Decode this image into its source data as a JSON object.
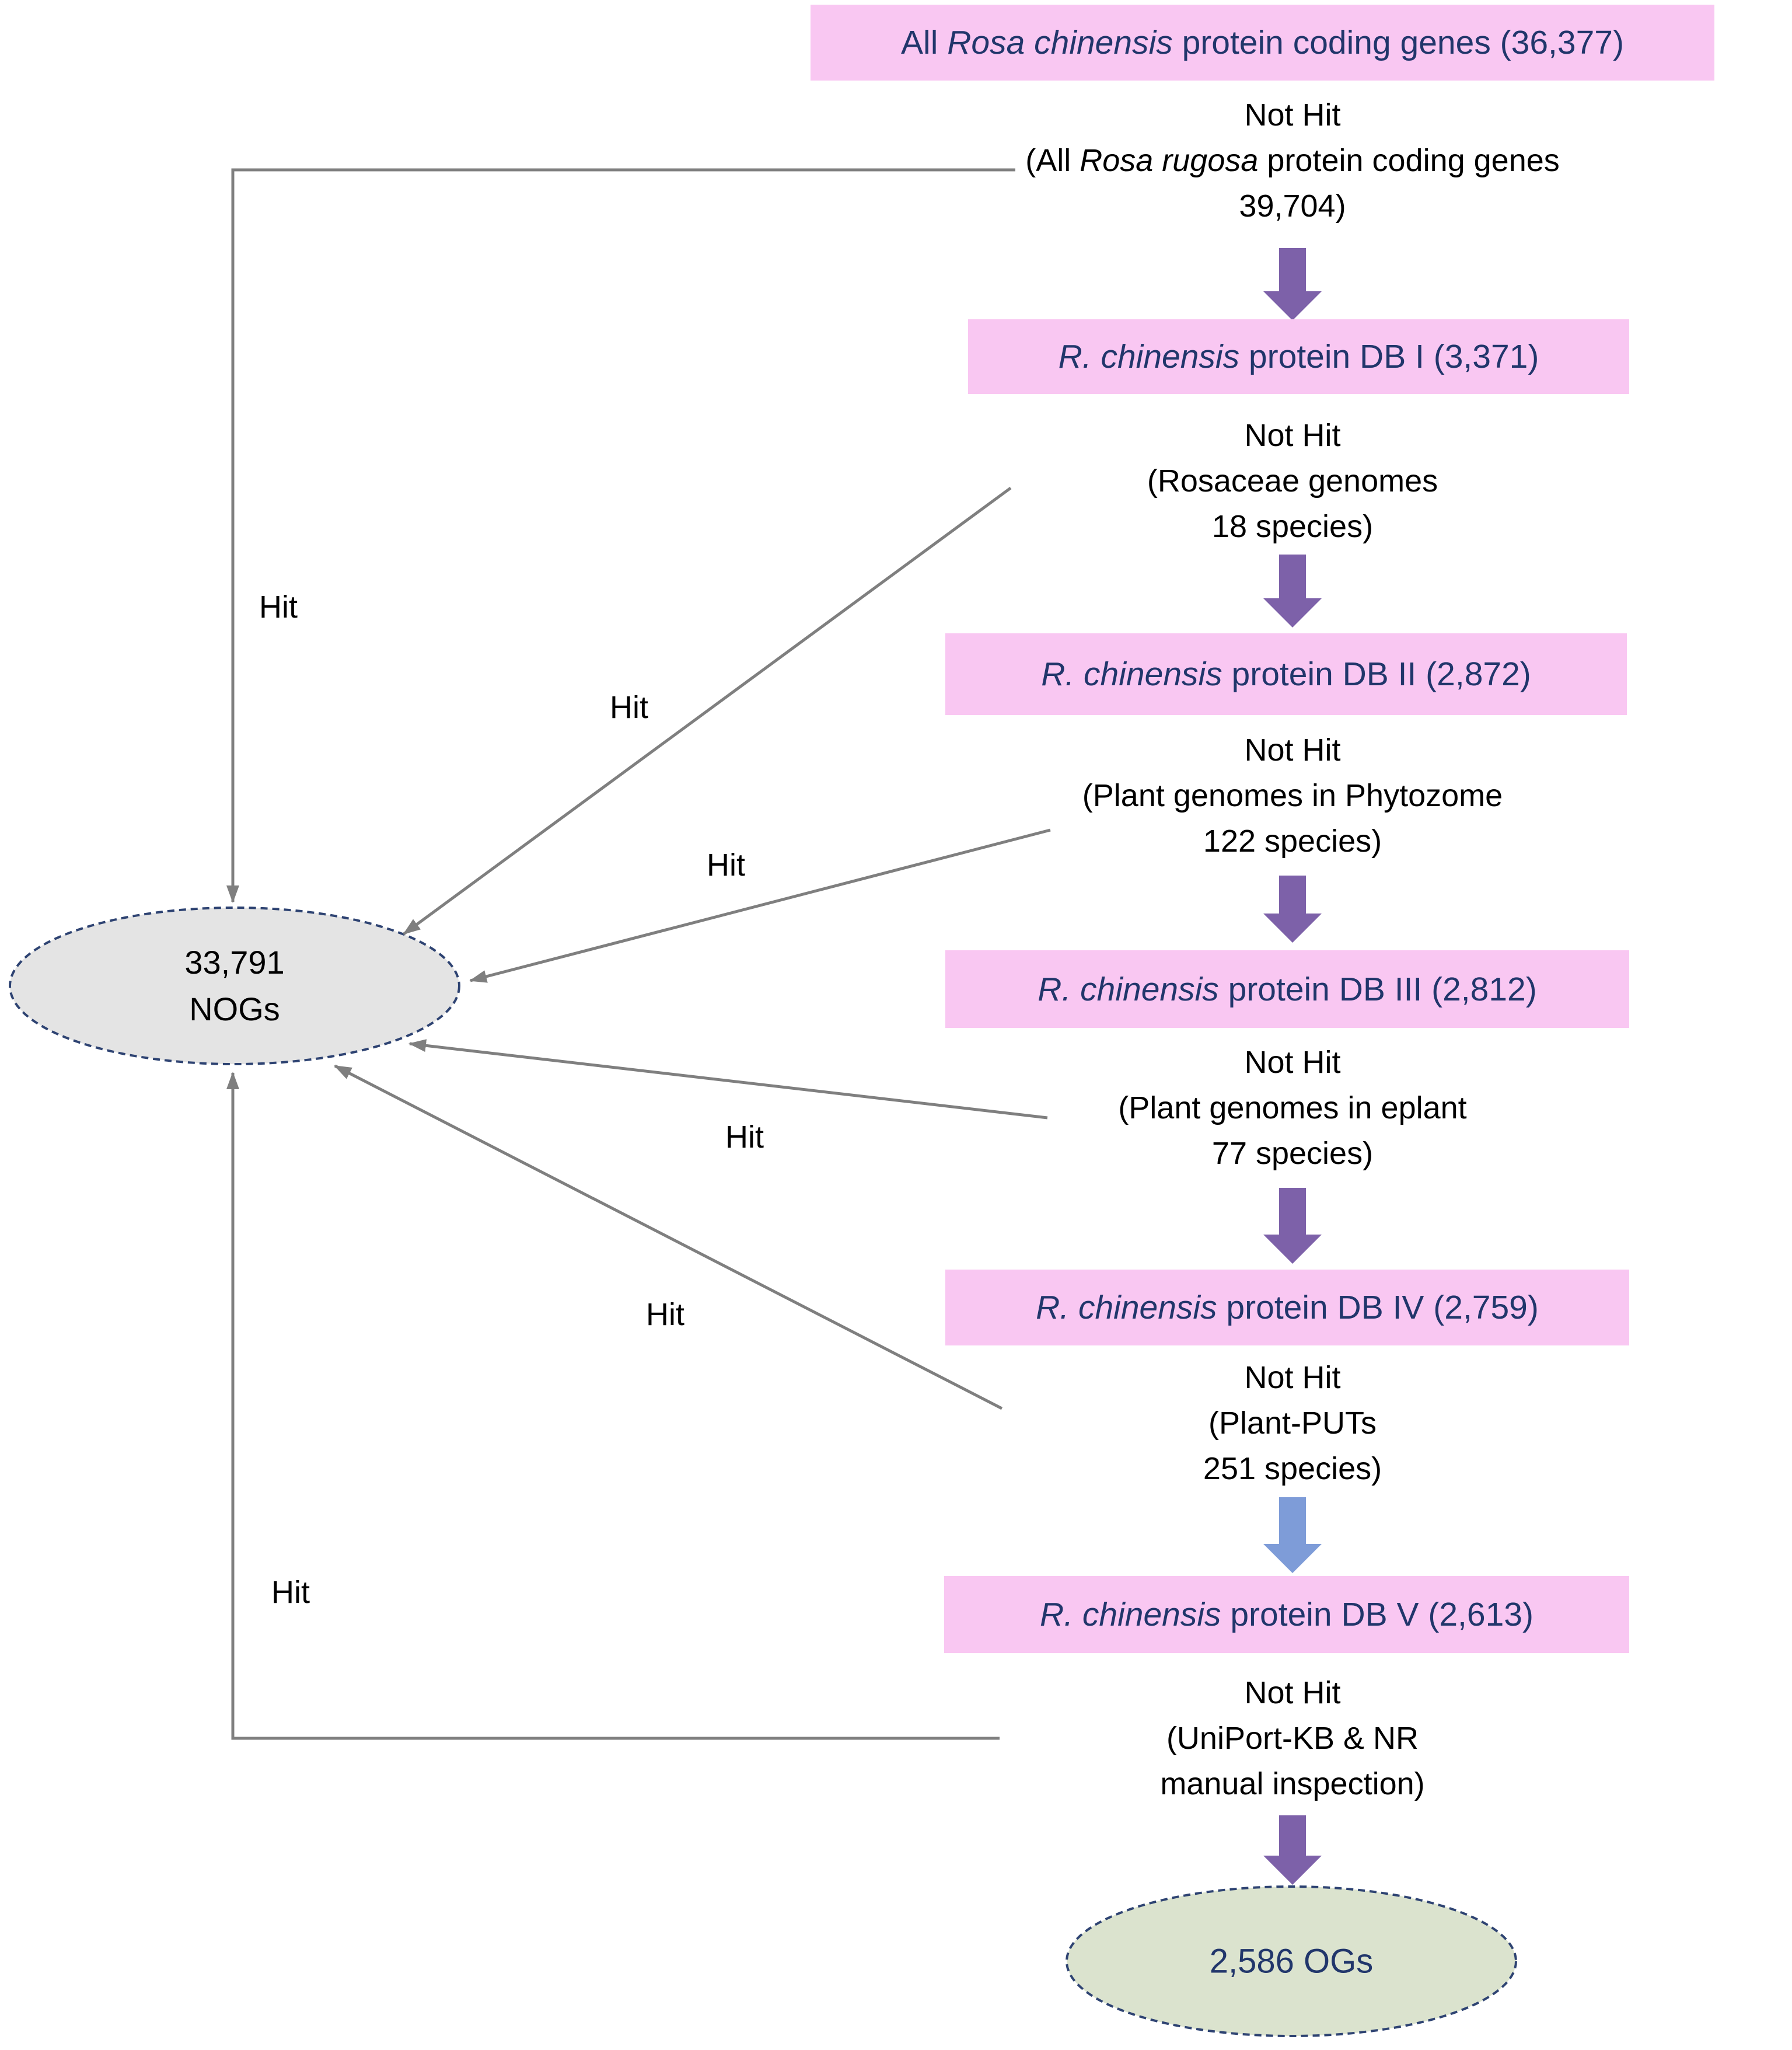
{
  "colors": {
    "background": "#FFFFFF",
    "box_fill": "#F9C7F2",
    "box_text": "#21366B",
    "not_hit_text": "#000000",
    "flow_arrow_purple": "#7D61A9",
    "flow_arrow_blue": "#7E9CD8",
    "connector_gray": "#7F7F7F",
    "hit_text": "#000000",
    "nog_fill": "#E4E4E4",
    "og_fill": "#DBE3CE",
    "ellipse_border": "#2E4372"
  },
  "boxes": [
    {
      "pre": "All ",
      "italic": "Rosa chinensis",
      "post": " protein coding genes (36,377)"
    },
    {
      "pre": "",
      "italic": "R. chinensis",
      "post": " protein DB I (3,371)"
    },
    {
      "pre": "",
      "italic": "R. chinensis",
      "post": " protein DB II (2,872)"
    },
    {
      "pre": "",
      "italic": "R. chinensis",
      "post": " protein DB III (2,812)"
    },
    {
      "pre": "",
      "italic": "R. chinensis",
      "post": " protein DB IV (2,759)"
    },
    {
      "pre": "",
      "italic": "R. chinensis",
      "post": " protein DB V (2,613)"
    }
  ],
  "steps": [
    {
      "not_hit": "Not Hit",
      "l2_pre": "(All ",
      "l2_italic": "Rosa rugosa",
      "l2_post": " protein coding genes",
      "l3": "39,704)"
    },
    {
      "not_hit": "Not Hit",
      "l2_pre": "(Rosaceae genomes",
      "l3": "18 species)"
    },
    {
      "not_hit": "Not Hit",
      "l2_pre": "(Plant genomes in Phytozome",
      "l3": "122 species)"
    },
    {
      "not_hit": "Not Hit",
      "l2_pre": "(Plant genomes in eplant",
      "l3": "77 species)"
    },
    {
      "not_hit": "Not Hit",
      "l2_pre": "(Plant-PUTs",
      "l3": "251 species)"
    },
    {
      "not_hit": "Not Hit",
      "l2_pre": "(UniPort-KB & NR",
      "l3": "manual inspection)"
    }
  ],
  "hit_labels": [
    "Hit",
    "Hit",
    "Hit",
    "Hit",
    "Hit",
    "Hit"
  ],
  "nog_ellipse": {
    "line1": "33,791",
    "line2": "NOGs"
  },
  "og_ellipse": {
    "label": "2,586 OGs"
  }
}
